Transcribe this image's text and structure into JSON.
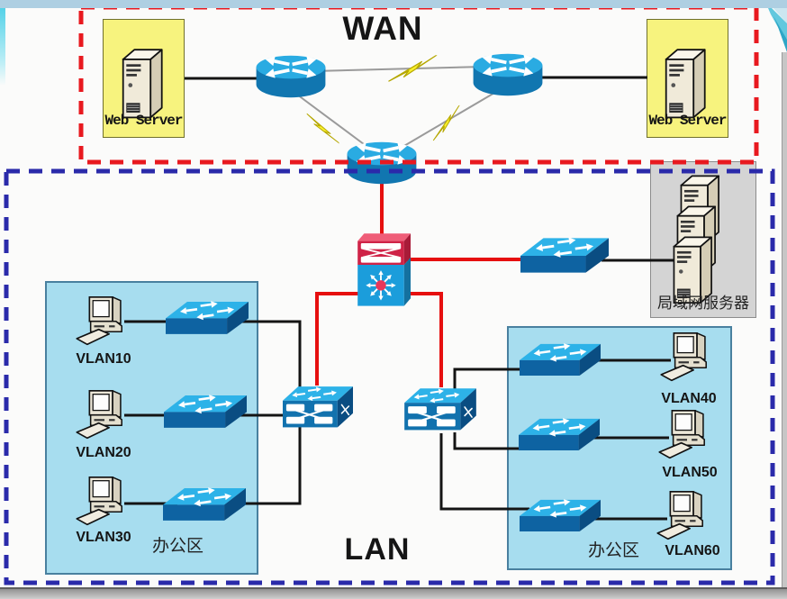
{
  "wan": {
    "label": "WAN",
    "web_server_left": {
      "label": "Web Server"
    },
    "web_server_right": {
      "label": "Web Server"
    }
  },
  "lan": {
    "label": "LAN",
    "server_farm": {
      "label": "局域网服务器"
    },
    "left_office": {
      "label": "办公区",
      "vlans": [
        {
          "label": "VLAN10"
        },
        {
          "label": "VLAN20"
        },
        {
          "label": "VLAN30"
        }
      ]
    },
    "right_office": {
      "label": "办公区",
      "vlans": [
        {
          "label": "VLAN40"
        },
        {
          "label": "VLAN50"
        },
        {
          "label": "VLAN60"
        }
      ]
    }
  },
  "icons": {
    "router": "router-icon",
    "access_switch": "switch-icon",
    "workgroup_switch": "workgroup-switch-icon",
    "multilayer_switch": "multilayer-switch-icon",
    "tower_server": "tower-server-icon",
    "pc": "pc-icon",
    "lightning": "lightning-bolt-icon"
  },
  "colors": {
    "wan_border": "#e8191f",
    "lan_border": "#2a2aaa",
    "office_zone_fill": "#a7ddef",
    "web_server_box_fill": "#f7f37e",
    "server_farm_box_fill": "#d4d4d4",
    "device_blue": "#2aabe2",
    "core_switch_red": "#cf2347",
    "uplink_red": "#e60f0f",
    "lan_link_black": "#141414",
    "wan_link_gray": "#9a9a9a",
    "lightning_yellow": "#f8ef2e"
  }
}
